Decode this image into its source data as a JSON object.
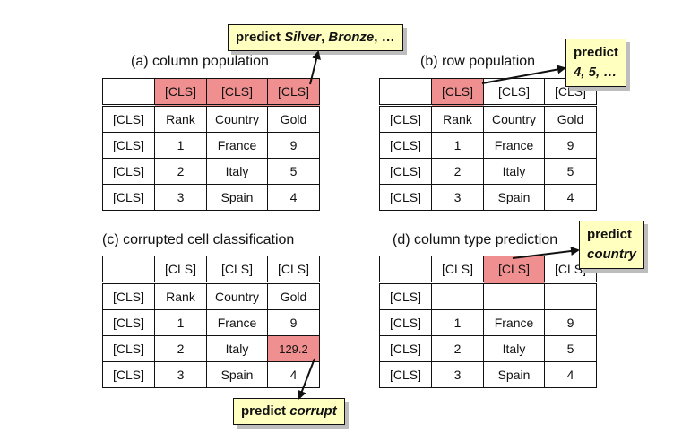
{
  "panels": {
    "a": {
      "caption": "(a) column population",
      "header": [
        "",
        "[CLS]",
        "[CLS]",
        "[CLS]"
      ],
      "rows": [
        [
          "[CLS]",
          "Rank",
          "Country",
          "Gold"
        ],
        [
          "[CLS]",
          "1",
          "France",
          "9"
        ],
        [
          "[CLS]",
          "2",
          "Italy",
          "5"
        ],
        [
          "[CLS]",
          "3",
          "Spain",
          "4"
        ]
      ],
      "callout": {
        "prefix": "predict ",
        "i1": "Silver",
        "sep": ", ",
        "i2": "Bronze",
        "suffix": ", …"
      }
    },
    "b": {
      "caption": "(b) row population",
      "header": [
        "",
        "[CLS]",
        "[CLS]",
        "[CLS]"
      ],
      "rows": [
        [
          "[CLS]",
          "Rank",
          "Country",
          "Gold"
        ],
        [
          "[CLS]",
          "1",
          "France",
          "9"
        ],
        [
          "[CLS]",
          "2",
          "Italy",
          "5"
        ],
        [
          "[CLS]",
          "3",
          "Spain",
          "4"
        ]
      ],
      "callout": {
        "line1": "predict",
        "line2": "4, 5, …"
      }
    },
    "c": {
      "caption": "(c) corrupted cell classification",
      "header": [
        "",
        "[CLS]",
        "[CLS]",
        "[CLS]"
      ],
      "rows": [
        [
          "[CLS]",
          "Rank",
          "Country",
          "Gold"
        ],
        [
          "[CLS]",
          "1",
          "France",
          "9"
        ],
        [
          "[CLS]",
          "2",
          "Italy",
          "129.2"
        ],
        [
          "[CLS]",
          "3",
          "Spain",
          "4"
        ]
      ],
      "callout": {
        "prefix": "predict ",
        "italic": "corrupt"
      }
    },
    "d": {
      "caption": "(d) column type prediction",
      "header": [
        "",
        "[CLS]",
        "[CLS]",
        "[CLS]"
      ],
      "rows": [
        [
          "[CLS]",
          "",
          "",
          ""
        ],
        [
          "[CLS]",
          "1",
          "France",
          "9"
        ],
        [
          "[CLS]",
          "2",
          "Italy",
          "5"
        ],
        [
          "[CLS]",
          "3",
          "Spain",
          "4"
        ]
      ],
      "callout": {
        "line1": "predict",
        "line2": "country"
      }
    }
  },
  "colors": {
    "highlight": "#ef8f8f",
    "callout": "#ffffc0"
  }
}
